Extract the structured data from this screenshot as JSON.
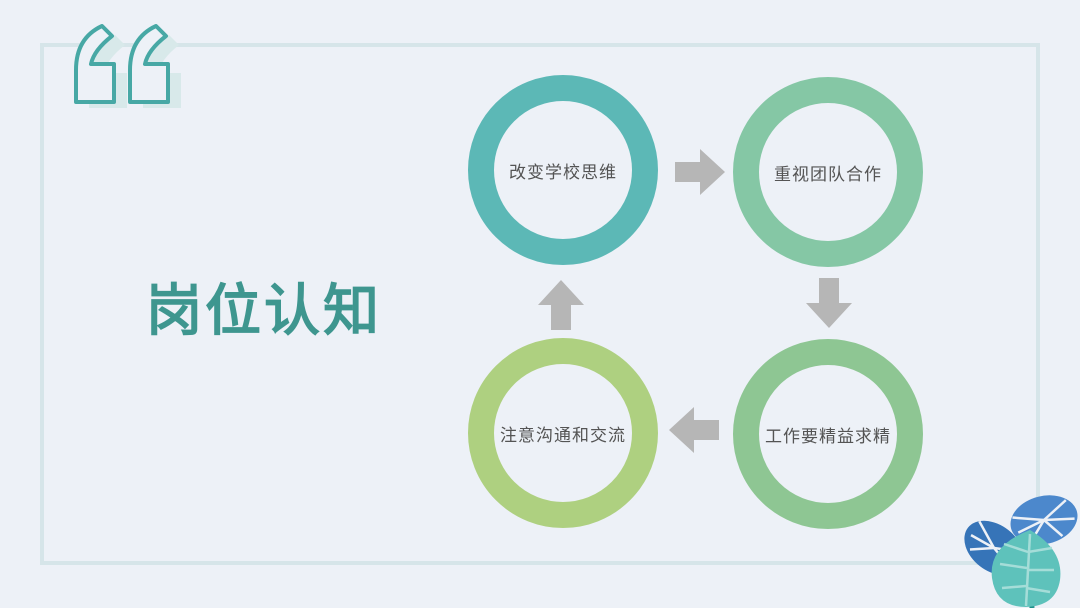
{
  "slide": {
    "title": "岗位认知",
    "decorations": {
      "quote_icon": "opening-double-quote-icon",
      "corner_art": "tropical-leaves-illustration"
    }
  },
  "diagram": {
    "type": "cycle",
    "steps": [
      {
        "position": "top-left",
        "label": "改变学校思维",
        "ring_color": "#5cb8b6"
      },
      {
        "position": "top-right",
        "label": "重视团队合作",
        "ring_color": "#85c7a5"
      },
      {
        "position": "bottom-right",
        "label": "工作要精益求精",
        "ring_color": "#8ec693"
      },
      {
        "position": "bottom-left",
        "label": "注意沟通和交流",
        "ring_color": "#aed080"
      }
    ],
    "arrows": [
      {
        "direction": "right",
        "from": "top-left",
        "to": "top-right"
      },
      {
        "direction": "down",
        "from": "top-right",
        "to": "bottom-right"
      },
      {
        "direction": "left",
        "from": "bottom-right",
        "to": "bottom-left"
      },
      {
        "direction": "up",
        "from": "bottom-left",
        "to": "top-left"
      }
    ],
    "arrow_color": "#b6b6b6",
    "step_text_color": "#545454"
  },
  "colors": {
    "background": "#edf1f7",
    "frame_border": "#d6e5e9",
    "title": "#3e968f",
    "quote_outline": "#47a8a5",
    "quote_shadow": "#d8e9ea",
    "leaf_blue_dark": "#3674b8",
    "leaf_blue": "#4c88cc",
    "leaf_teal": "#5ec2bb"
  }
}
